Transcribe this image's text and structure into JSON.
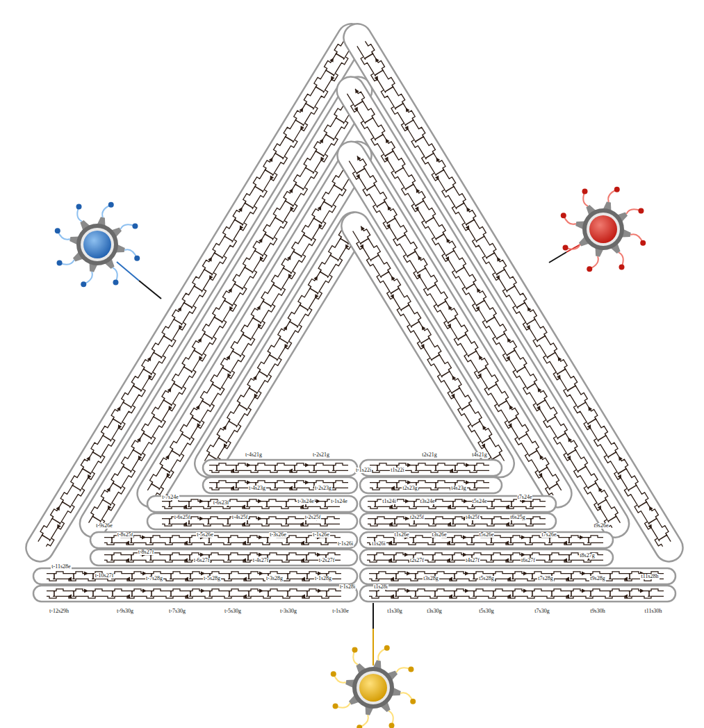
{
  "diagram": {
    "labels": [
      "t-4s21g",
      "t-2s21g",
      "t2s21g",
      "t4s21g",
      "t-1s22i",
      "t1s22i",
      "t-4s23g",
      "t-2s23g",
      "t2s23g",
      "t4s23g",
      "t-7s24e",
      "t-6s23f",
      "t-3s24e",
      "t-1s24e",
      "t1s24i",
      "t3s24e",
      "t5s24e",
      "t7s24e",
      "t-6s25f",
      "t-4s25f",
      "t-2s25f",
      "t2s25f",
      "t4s25f",
      "t6s25g",
      "t-9s26e",
      "t-8s25f",
      "t-5s26e",
      "t-3s26e",
      "t-1s26e",
      "t-1s26i",
      "t1s26i",
      "t1s26e",
      "t3s26e",
      "t5s26e",
      "t7s26e",
      "t9s26e",
      "t-8s27f",
      "t-6s27f",
      "t-4s27f",
      "t-2s27f",
      "t2s27f",
      "t4s27f",
      "t6s27f",
      "t8s27g",
      "t-11s28e",
      "t-10s27f",
      "t-7s28g",
      "t-5s28g",
      "t-3s28g",
      "t-1s28g",
      "t-1s28i",
      "t1s28i",
      "t3s28g",
      "t5s28g",
      "t7s28g",
      "t9s28g",
      "t11s28h",
      "t-12s29h",
      "t-9s30g",
      "t-7s30g",
      "t-5s30g",
      "t-3s30g",
      "t-1s30e",
      "t1s30g",
      "t3s30g",
      "t5s30g",
      "t7s30g",
      "t9s30h",
      "t11s30h"
    ]
  }
}
